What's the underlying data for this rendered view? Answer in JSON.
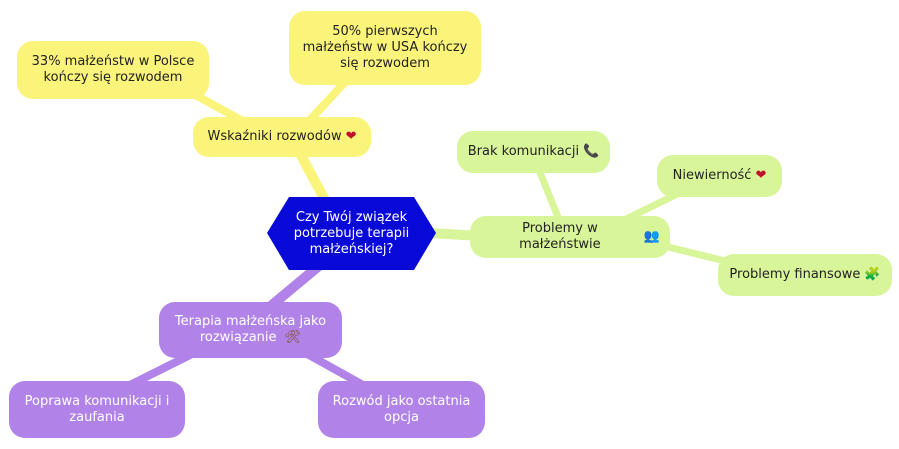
{
  "mindmap": {
    "central": "Czy Twój związek potrzebuje terapii małżeńskiej?",
    "branches": [
      {
        "label": "Wskaźniki rozwodów",
        "icon": "heart-icon",
        "color": "#fbf47a",
        "children": [
          "33% małżeństw w Polsce kończy się rozwodem",
          "50% pierwszych małżeństw w USA kończy się rozwodem"
        ]
      },
      {
        "label": "Problemy w małżeństwie",
        "icon": "people-icon",
        "color": "#d9f59a",
        "children": [
          {
            "label": "Brak komunikacji",
            "icon": "phone-icon"
          },
          {
            "label": "Niewierność",
            "icon": "heart-icon"
          },
          {
            "label": "Problemy finansowe",
            "icon": "puzzle-icon"
          }
        ]
      },
      {
        "label": "Terapia małżeńska jako rozwiązanie",
        "icon": "tools-icon",
        "color": "#b183e8",
        "children": [
          "Poprawa komunikacji i zaufania",
          "Rozwód jako ostatnia opcja"
        ]
      }
    ],
    "colors": {
      "central": "#0a0ad8",
      "yellow": "#fbf47a",
      "green": "#d9f59a",
      "purple": "#b183e8"
    }
  }
}
